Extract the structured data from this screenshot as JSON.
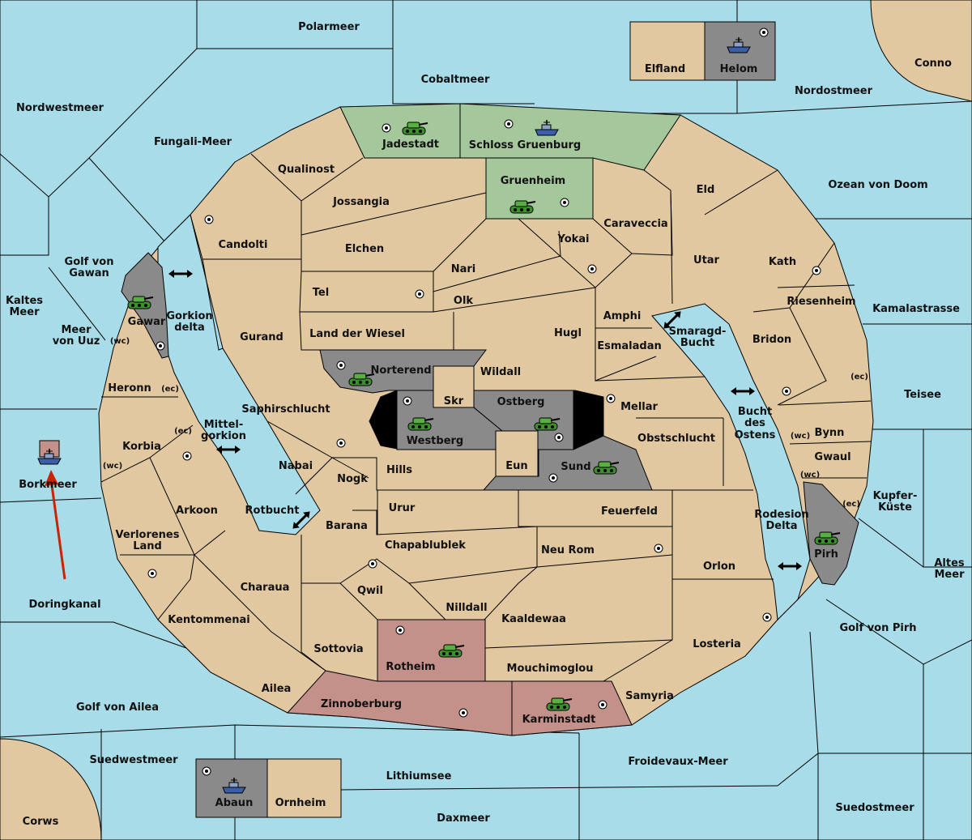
{
  "colors": {
    "sea": "#a8dce8",
    "land": "#e2c8a0",
    "green_power": "#a4c79b",
    "gray_power": "#8a8a8a",
    "pink_power": "#c4908a",
    "order_arrow": "#cc2200"
  },
  "seas": {
    "polarmeer": "Polarmeer",
    "cobaltmeer": "Cobaltmeer",
    "nordwestmeer": "Nordwestmeer",
    "fungali": "Fungali-Meer",
    "nordostmeer": "Nordostmeer",
    "conno": "Conno",
    "ozean": "Ozean von Doom",
    "kamala": "Kamalastrasse",
    "teisee": "Teisee",
    "kupfer1": "Kupfer-",
    "kupfer2": "Küste",
    "altes1": "Altes",
    "altes2": "Meer",
    "golf_pirh": "Golf von Pirh",
    "suedost": "Suedostmeer",
    "froidevaux": "Froidevaux-Meer",
    "daxmeer": "Daxmeer",
    "lithium": "Lithiumsee",
    "suedwest": "Suedwestmeer",
    "corws": "Corws",
    "golf_ailea": "Golf von Ailea",
    "doring": "Doringkanal",
    "borkmeer": "Borkmeer",
    "kaltes1": "Kaltes",
    "kaltes2": "Meer",
    "uuz1": "Meer",
    "uuz2": "von Uuz",
    "gawan1": "Golf von",
    "gawan2": "Gawan",
    "gorkion1": "Gorkion",
    "gorkion2": "delta",
    "mittel1": "Mittel-",
    "mittel2": "gorkion",
    "rotbucht": "Rotbucht",
    "smaragd1": "Smaragd-",
    "smaragd2": "Bucht",
    "bucht1": "Bucht",
    "bucht2": "des",
    "bucht3": "Ostens",
    "rodesion1": "Rodesion",
    "rodesion2": "Delta"
  },
  "provinces": {
    "elfland": "Elfland",
    "helom": "Helom",
    "jadestadt": "Jadestadt",
    "schloss": "Schloss Gruenburg",
    "qualinost": "Qualinost",
    "gruenheim": "Gruenheim",
    "eld": "Eld",
    "jossangia": "Jossangia",
    "candolti": "Candolti",
    "elchen": "Elchen",
    "caraveccia": "Caraveccia",
    "yokai": "Yokai",
    "nari": "Nari",
    "utar": "Utar",
    "kath": "Kath",
    "tel": "Tel",
    "olk": "Olk",
    "riesenheim": "Riesenheim",
    "gawar": "Gawar",
    "amphi": "Amphi",
    "gurand": "Gurand",
    "land_wiesel": "Land der Wiesel",
    "hugl": "Hugl",
    "bridon": "Bridon",
    "esmaladan": "Esmaladan",
    "norterend": "Norterend",
    "wildall": "Wildall",
    "heronn": "Heronn",
    "skr": "Skr",
    "ostberg": "Ostberg",
    "mellar": "Mellar",
    "saphir": "Saphirschlucht",
    "westberg": "Westberg",
    "bynn": "Bynn",
    "korbia": "Korbia",
    "obstschlucht": "Obstschlucht",
    "gwaul": "Gwaul",
    "nabai": "Nabai",
    "hills": "Hills",
    "eun": "Eun",
    "sund": "Sund",
    "nogk": "Nogk",
    "arkoon": "Arkoon",
    "urur": "Urur",
    "feuerfeld": "Feuerfeld",
    "barana": "Barana",
    "verlorenes1": "Verlorenes",
    "verlorenes2": "Land",
    "chapa": "Chapablublek",
    "neu_rom": "Neu Rom",
    "pirh": "Pirh",
    "orlon": "Orlon",
    "qwil": "Qwil",
    "charaua": "Charaua",
    "nilldall": "Nilldall",
    "kaaldewaa": "Kaaldewaa",
    "kentommenai": "Kentommenai",
    "losteria": "Losteria",
    "sottovia": "Sottovia",
    "rotheim": "Rotheim",
    "mouchimoglou": "Mouchimoglou",
    "ailea": "Ailea",
    "samyria": "Samyria",
    "zinnoberburg": "Zinnoberburg",
    "karminstadt": "Karminstadt",
    "abaun": "Abaun",
    "ornheim": "Ornheim"
  },
  "coasts": {
    "gawar_wc": "(wc)",
    "heronn_ec": "(ec)",
    "korbia_ec": "(ec)",
    "korbia_wc": "(wc)",
    "bynn_ec": "(ec)",
    "bynn_wc": "(wc)",
    "gwaul_wc": "(wc)",
    "pirh_ec": "(ec)"
  },
  "icons": [
    "tank-icon",
    "fleet-icon",
    "supply-center-icon",
    "double-arrow-icon",
    "move-order-arrow"
  ]
}
